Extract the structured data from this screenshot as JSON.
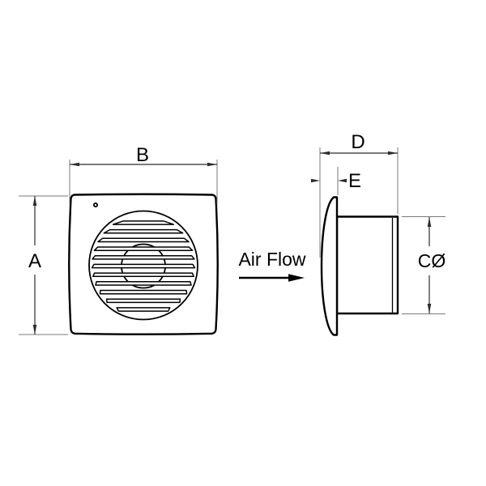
{
  "dimensions": {
    "height_label": "A",
    "width_label": "B",
    "diameter_label": "CØ",
    "depth_label": "D",
    "flange_label": "E"
  },
  "annotations": {
    "air_flow_label": "Air Flow"
  },
  "colors": {
    "ink": "#000000",
    "dimension_line": "#2b2b2b",
    "extension_line": "#7a7a7a",
    "background": "#ffffff"
  }
}
